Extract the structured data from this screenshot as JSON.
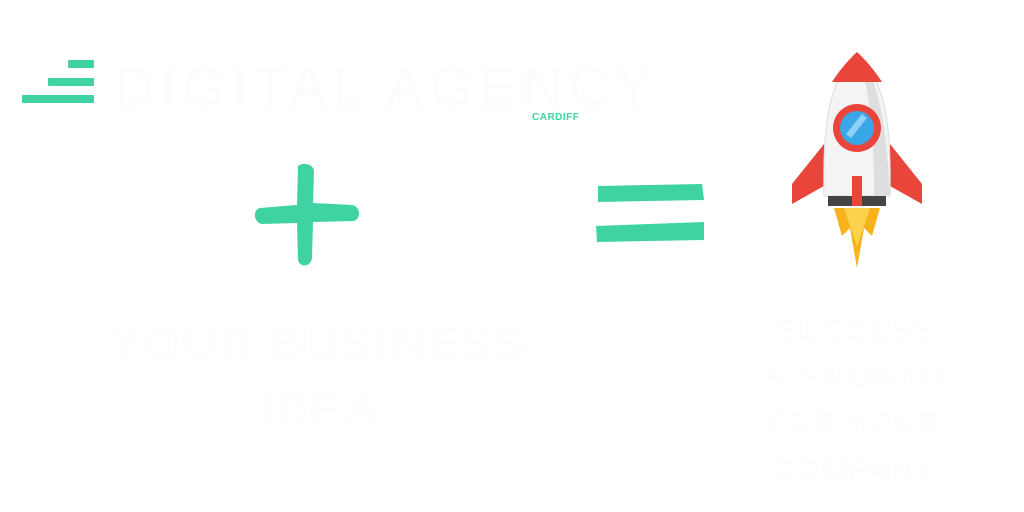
{
  "logo": {
    "wordmark": "DIGITAL AGENCY",
    "location": "CARDIFF"
  },
  "equation": {
    "operator_plus_icon": "plus-icon",
    "operator_equals_icon": "equals-icon",
    "result_icon": "rocket-icon"
  },
  "captions": {
    "left_line1": "YOUR BUSINESS",
    "left_line2": "IDEA",
    "right_line1": "SUCCESS",
    "right_line2": "& GROWTH",
    "right_line3": "FOR YOUR COMPANY"
  },
  "colors": {
    "accent": "#3fd3a3",
    "rocket_red": "#e9453b",
    "rocket_flame": "#f8b21c",
    "rocket_window": "#39a6e8"
  }
}
